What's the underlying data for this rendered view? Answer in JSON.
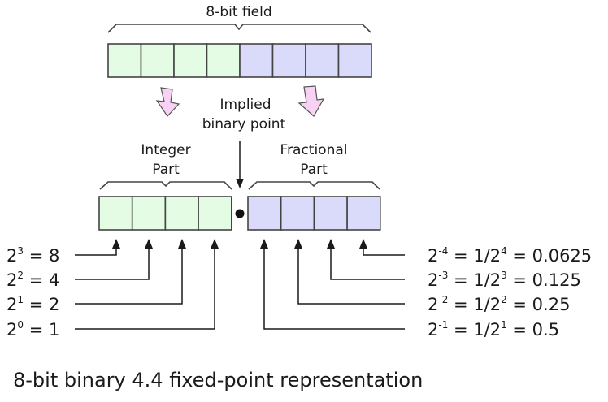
{
  "title": "8-bit field",
  "top_field": {
    "bits": [
      "int",
      "int",
      "int",
      "int",
      "frac",
      "frac",
      "frac",
      "frac"
    ]
  },
  "colors": {
    "integer_fill": "#e4fbe4",
    "fraction_fill": "#dadafa",
    "stroke": "#444444",
    "pink_arrow": "#f7d2f4"
  },
  "implied_point": {
    "line1": "Implied",
    "line2": "binary point"
  },
  "integer_part": {
    "line1": "Integer",
    "line2": "Part",
    "bits": 4
  },
  "fractional_part": {
    "line1": "Fractional",
    "line2": "Part",
    "bits": 4
  },
  "integer_weights": [
    {
      "base": "2",
      "exp": "3",
      "rest": " = 8"
    },
    {
      "base": "2",
      "exp": "2",
      "rest": " = 4"
    },
    {
      "base": "2",
      "exp": "1",
      "rest": " = 2"
    },
    {
      "base": "2",
      "exp": "0",
      "rest": " = 1"
    }
  ],
  "fraction_weights": [
    {
      "base": "2",
      "exp": "-4",
      "mid": " = 1/2",
      "exp2": "4",
      "rest": " = 0.0625"
    },
    {
      "base": "2",
      "exp": "-3",
      "mid": " = 1/2",
      "exp2": "3",
      "rest": " = 0.125"
    },
    {
      "base": "2",
      "exp": "-2",
      "mid": " = 1/2",
      "exp2": "2",
      "rest": " = 0.25"
    },
    {
      "base": "2",
      "exp": "-1",
      "mid": " = 1/2",
      "exp2": "1",
      "rest": " = 0.5"
    }
  ],
  "caption": "8-bit binary 4.4 fixed-point representation"
}
